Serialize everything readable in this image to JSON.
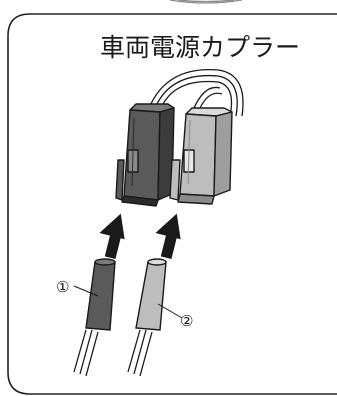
{
  "title": "車両電源カプラー",
  "callouts": [
    {
      "label": "①",
      "part": "dark-sleeve"
    },
    {
      "label": "②",
      "part": "light-sleeve"
    }
  ],
  "colors": {
    "dark_part": "#5a5a5a",
    "light_part": "#bdbdbd",
    "outline": "#1a1a1a",
    "arrow": "#1a1a1a"
  }
}
